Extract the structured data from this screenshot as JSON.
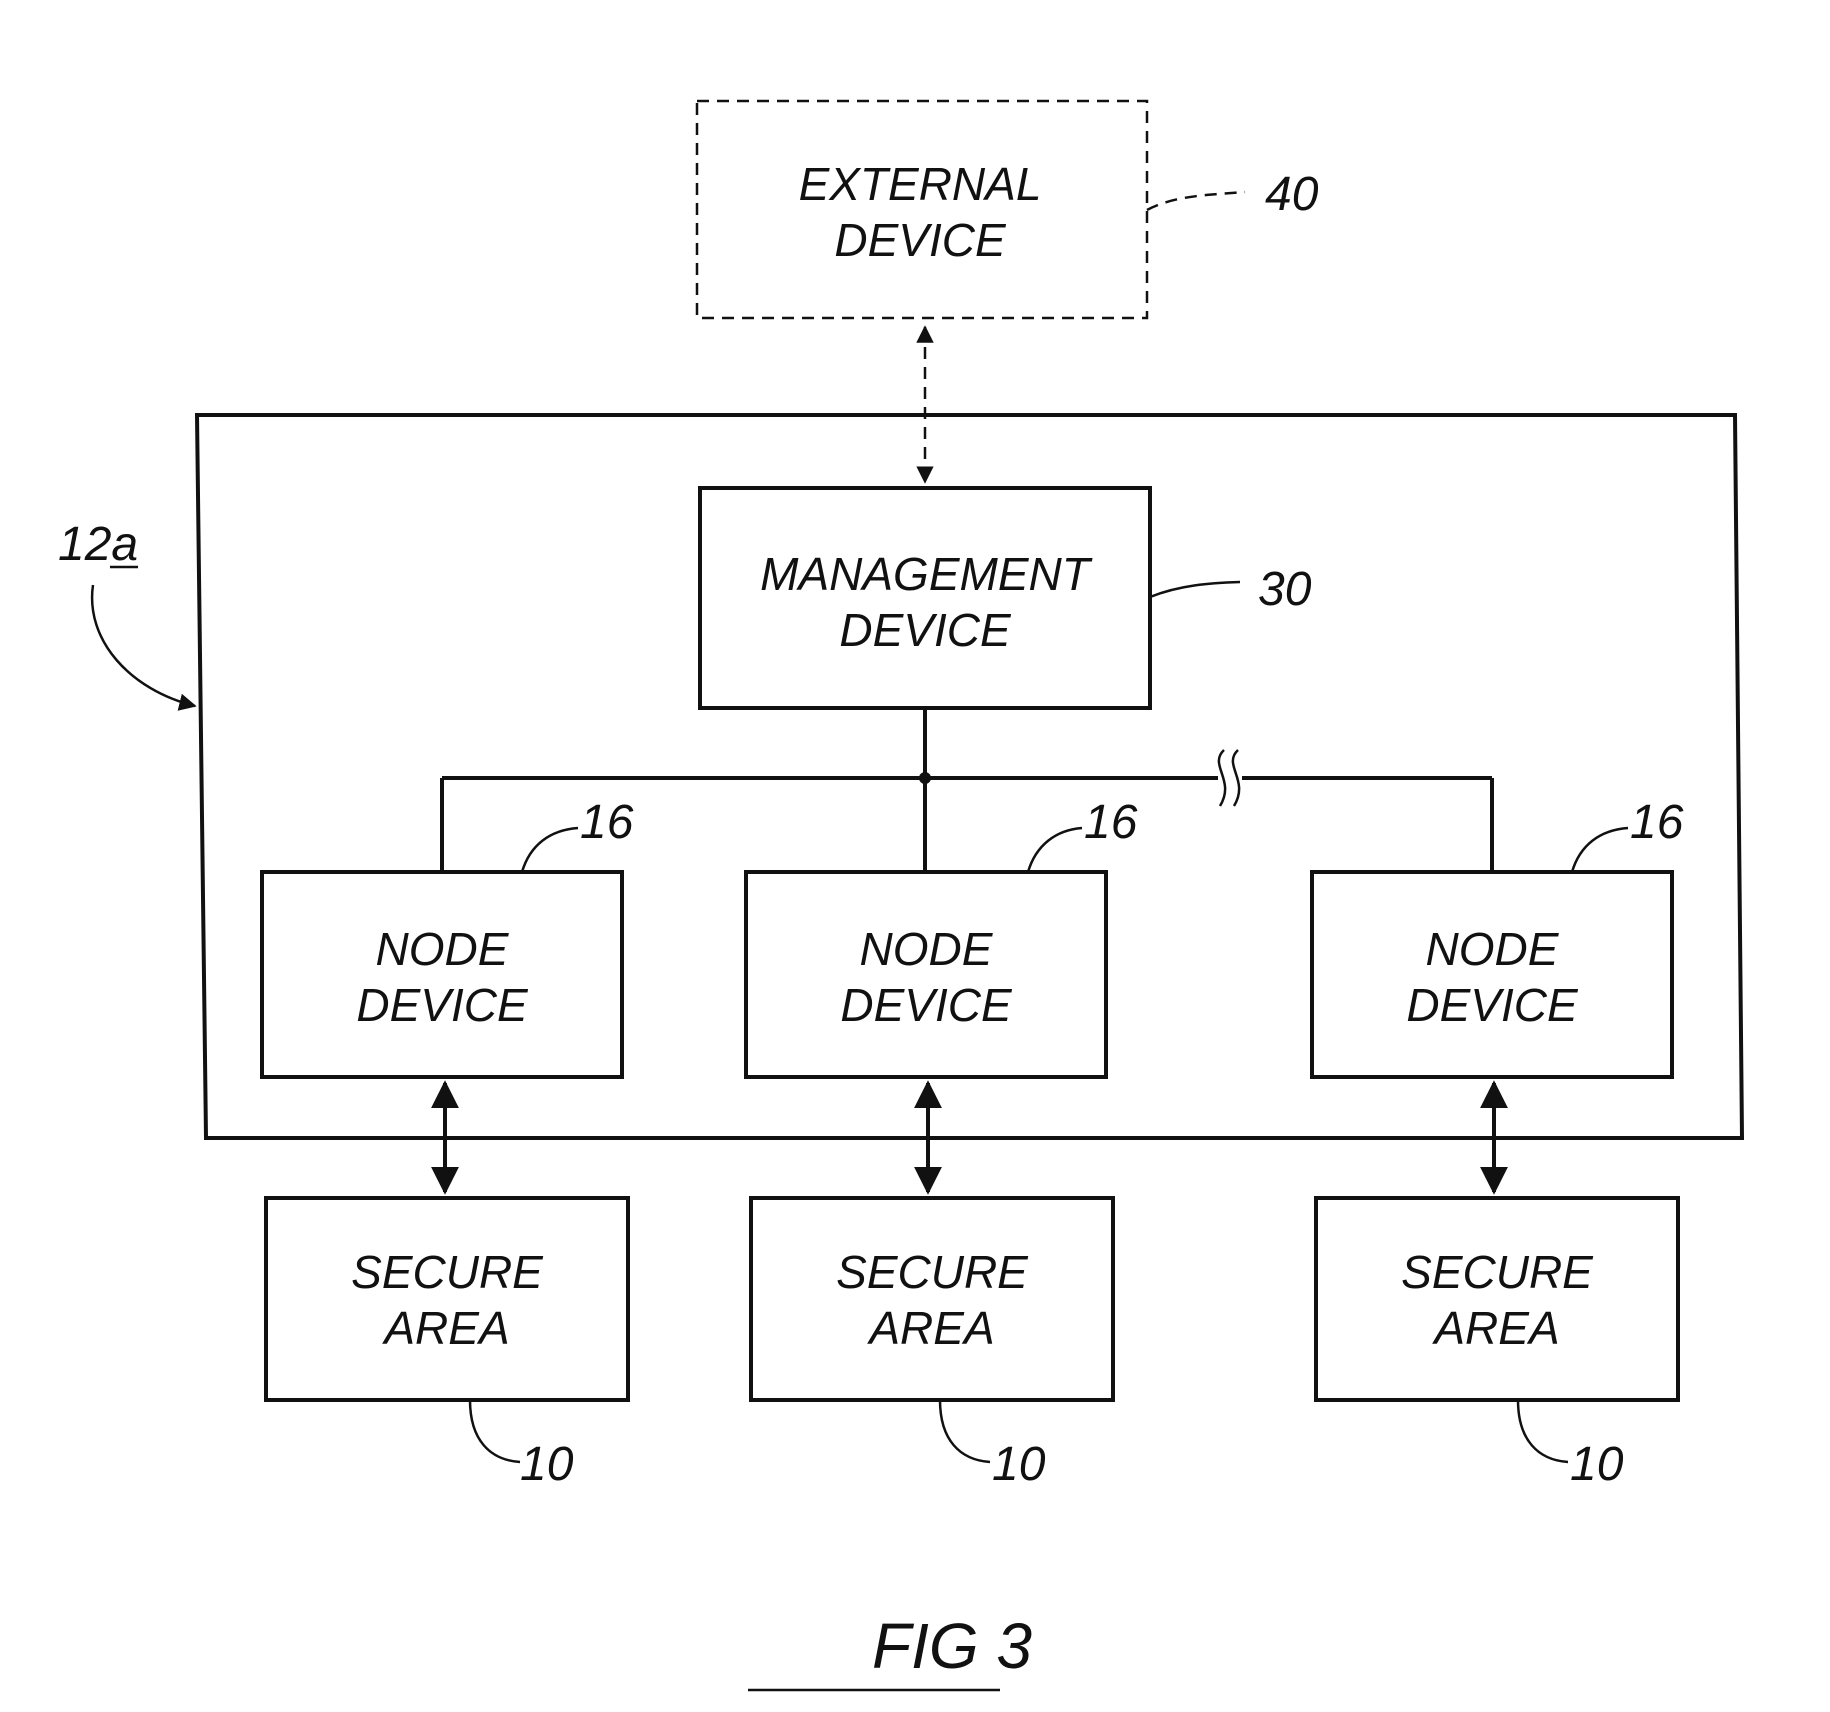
{
  "external_device": {
    "line1": "EXTERNAL",
    "line2": "DEVICE",
    "ref": "40"
  },
  "management_device": {
    "line1": "MANAGEMENT",
    "line2": "DEVICE",
    "ref": "30"
  },
  "system_ref": "12a",
  "node_devices": [
    {
      "line1": "NODE",
      "line2": "DEVICE",
      "ref": "16"
    },
    {
      "line1": "NODE",
      "line2": "DEVICE",
      "ref": "16"
    },
    {
      "line1": "NODE",
      "line2": "DEVICE",
      "ref": "16"
    }
  ],
  "secure_areas": [
    {
      "line1": "SECURE",
      "line2": "AREA",
      "ref": "10"
    },
    {
      "line1": "SECURE",
      "line2": "AREA",
      "ref": "10"
    },
    {
      "line1": "SECURE",
      "line2": "AREA",
      "ref": "10"
    }
  ],
  "figure_label": "FIG 3"
}
